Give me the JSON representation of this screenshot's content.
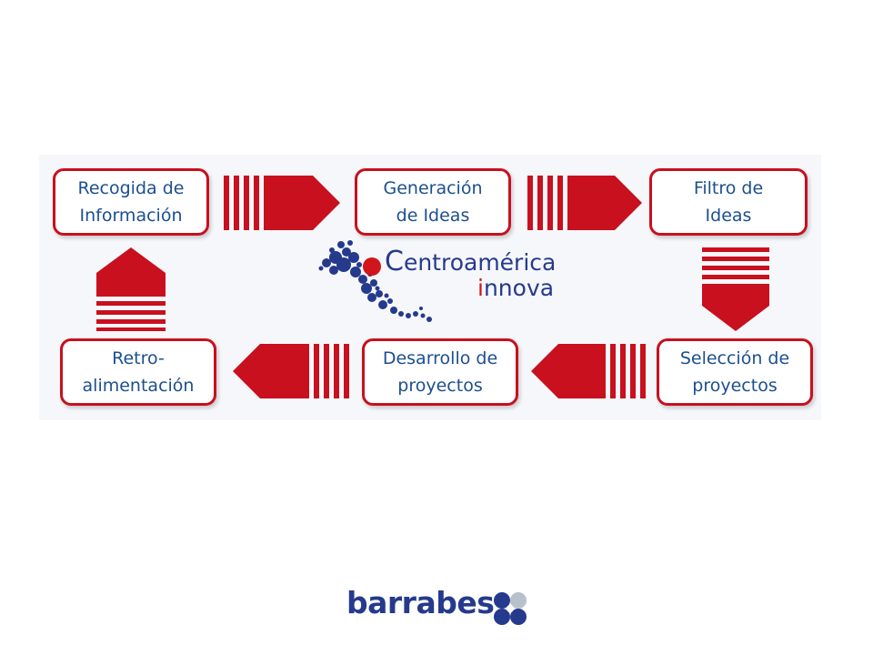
{
  "diagram": {
    "steps": [
      {
        "id": "recogida",
        "line1": "Recogida de",
        "line2": "Información"
      },
      {
        "id": "generacion",
        "line1": "Generación",
        "line2": "de Ideas"
      },
      {
        "id": "filtro",
        "line1": "Filtro de",
        "line2": "Ideas"
      },
      {
        "id": "seleccion",
        "line1": "Selección de",
        "line2": "proyectos"
      },
      {
        "id": "desarrollo",
        "line1": "Desarrollo de",
        "line2": "proyectos"
      },
      {
        "id": "retro",
        "line1": "Retro-",
        "line2": "alimentación"
      }
    ],
    "arrows": [
      {
        "from": "recogida",
        "to": "generacion",
        "direction": "right"
      },
      {
        "from": "generacion",
        "to": "filtro",
        "direction": "right"
      },
      {
        "from": "filtro",
        "to": "seleccion",
        "direction": "down"
      },
      {
        "from": "seleccion",
        "to": "desarrollo",
        "direction": "left"
      },
      {
        "from": "desarrollo",
        "to": "retro",
        "direction": "left"
      },
      {
        "from": "retro",
        "to": "recogida",
        "direction": "up"
      }
    ],
    "colors": {
      "box_border": "#c8101e",
      "box_text": "#1c4f8f",
      "arrow": "#c8101e",
      "logo_blue": "#253a8c",
      "logo_red": "#d2151c"
    }
  },
  "logo": {
    "c": "C",
    "rest": "entroamérica",
    "i": "i",
    "nnova": "nnova"
  },
  "footer": {
    "brand": "barrabes"
  }
}
